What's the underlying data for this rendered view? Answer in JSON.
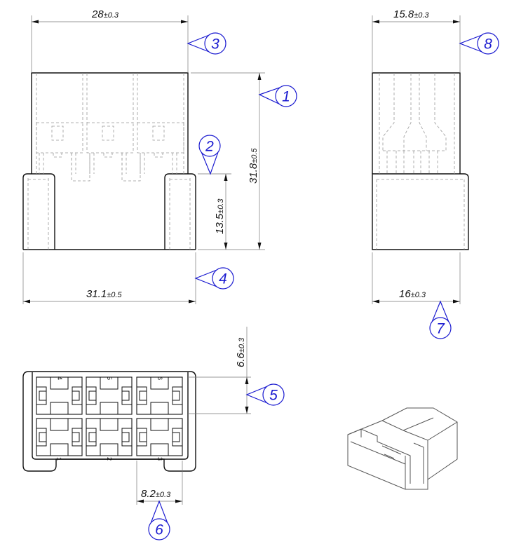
{
  "dimensions": {
    "front_width": {
      "value": "28",
      "tol": "±0.3"
    },
    "front_height": {
      "value": "31.8",
      "tol": "±0.5"
    },
    "foot_height": {
      "value": "13.5",
      "tol": "±0.3"
    },
    "base_width": {
      "value": "31.1",
      "tol": "±0.5"
    },
    "side_top_width": {
      "value": "15.8",
      "tol": "±0.3"
    },
    "side_base_width": {
      "value": "16",
      "tol": "±0.3"
    },
    "cell_height": {
      "value": "6.6",
      "tol": "±0.3"
    },
    "pitch": {
      "value": "8.2",
      "tol": "±0.3"
    }
  },
  "callouts": [
    "1",
    "2",
    "3",
    "4",
    "5",
    "6",
    "7",
    "8"
  ],
  "pins": [
    "1",
    "2",
    "3",
    "4",
    "5",
    "6"
  ],
  "colors": {
    "callout": "#1a1ad0",
    "outline": "#111111",
    "hidden": "#999999"
  }
}
